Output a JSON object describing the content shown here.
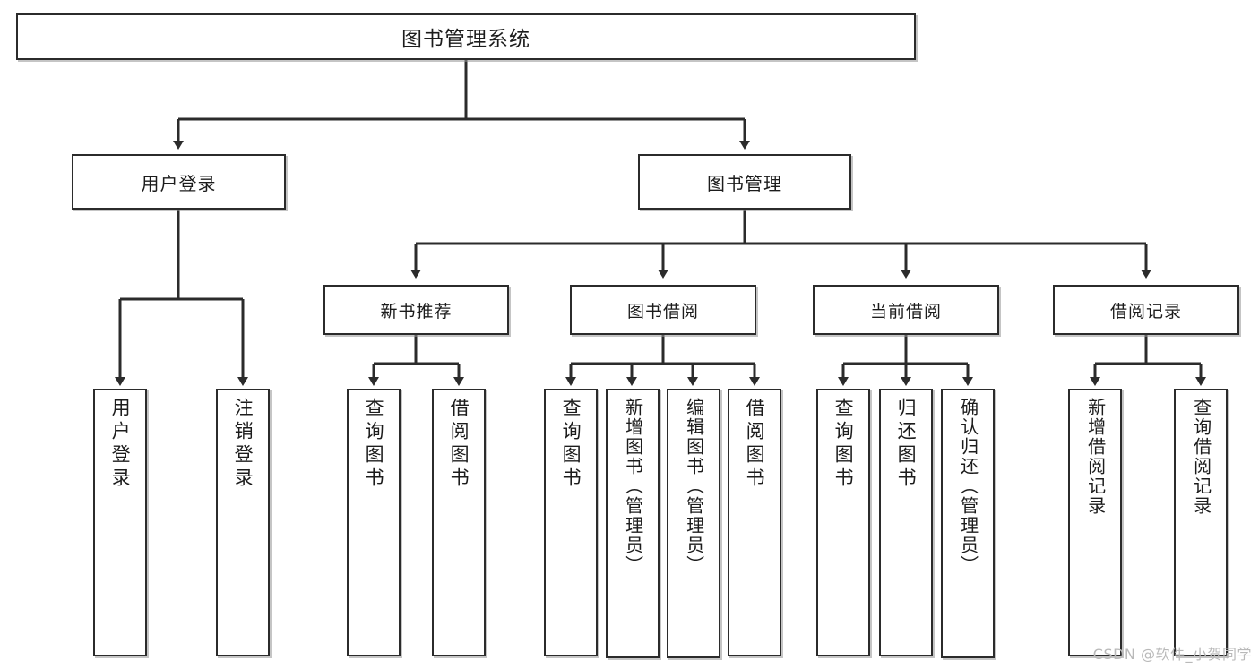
{
  "diagram": {
    "type": "hierarchy-tree",
    "title": "图书管理系统",
    "watermark": "CSDN @软件_小贺同学",
    "colors": {
      "border": "#2b2b2b",
      "background": "#ffffff",
      "text": "#1c1c1c",
      "connector": "#2b2b2b",
      "shadow": "#969696",
      "watermark": "#b9b9b9"
    },
    "root": {
      "label": "图书管理系统"
    },
    "level1": [
      {
        "label": "用户登录"
      },
      {
        "label": "图书管理"
      }
    ],
    "level2": [
      {
        "label": "新书推荐"
      },
      {
        "label": "图书借阅"
      },
      {
        "label": "当前借阅"
      },
      {
        "label": "借阅记录"
      }
    ],
    "leaves": {
      "user_login": [
        {
          "label": "用户登录"
        },
        {
          "label": "注销登录"
        }
      ],
      "new_book_recommend": [
        {
          "label": "查询图书"
        },
        {
          "label": "借阅图书"
        }
      ],
      "book_borrow": [
        {
          "label": "查询图书"
        },
        {
          "label": "新增图书（管理员）"
        },
        {
          "label": "编辑图书（管理员）"
        },
        {
          "label": "借阅图书"
        }
      ],
      "current_borrow": [
        {
          "label": "查询图书"
        },
        {
          "label": "归还图书"
        },
        {
          "label": "确认归还（管理员）"
        }
      ],
      "borrow_record": [
        {
          "label": "新增借阅记录"
        },
        {
          "label": "查询借阅记录"
        }
      ]
    }
  }
}
